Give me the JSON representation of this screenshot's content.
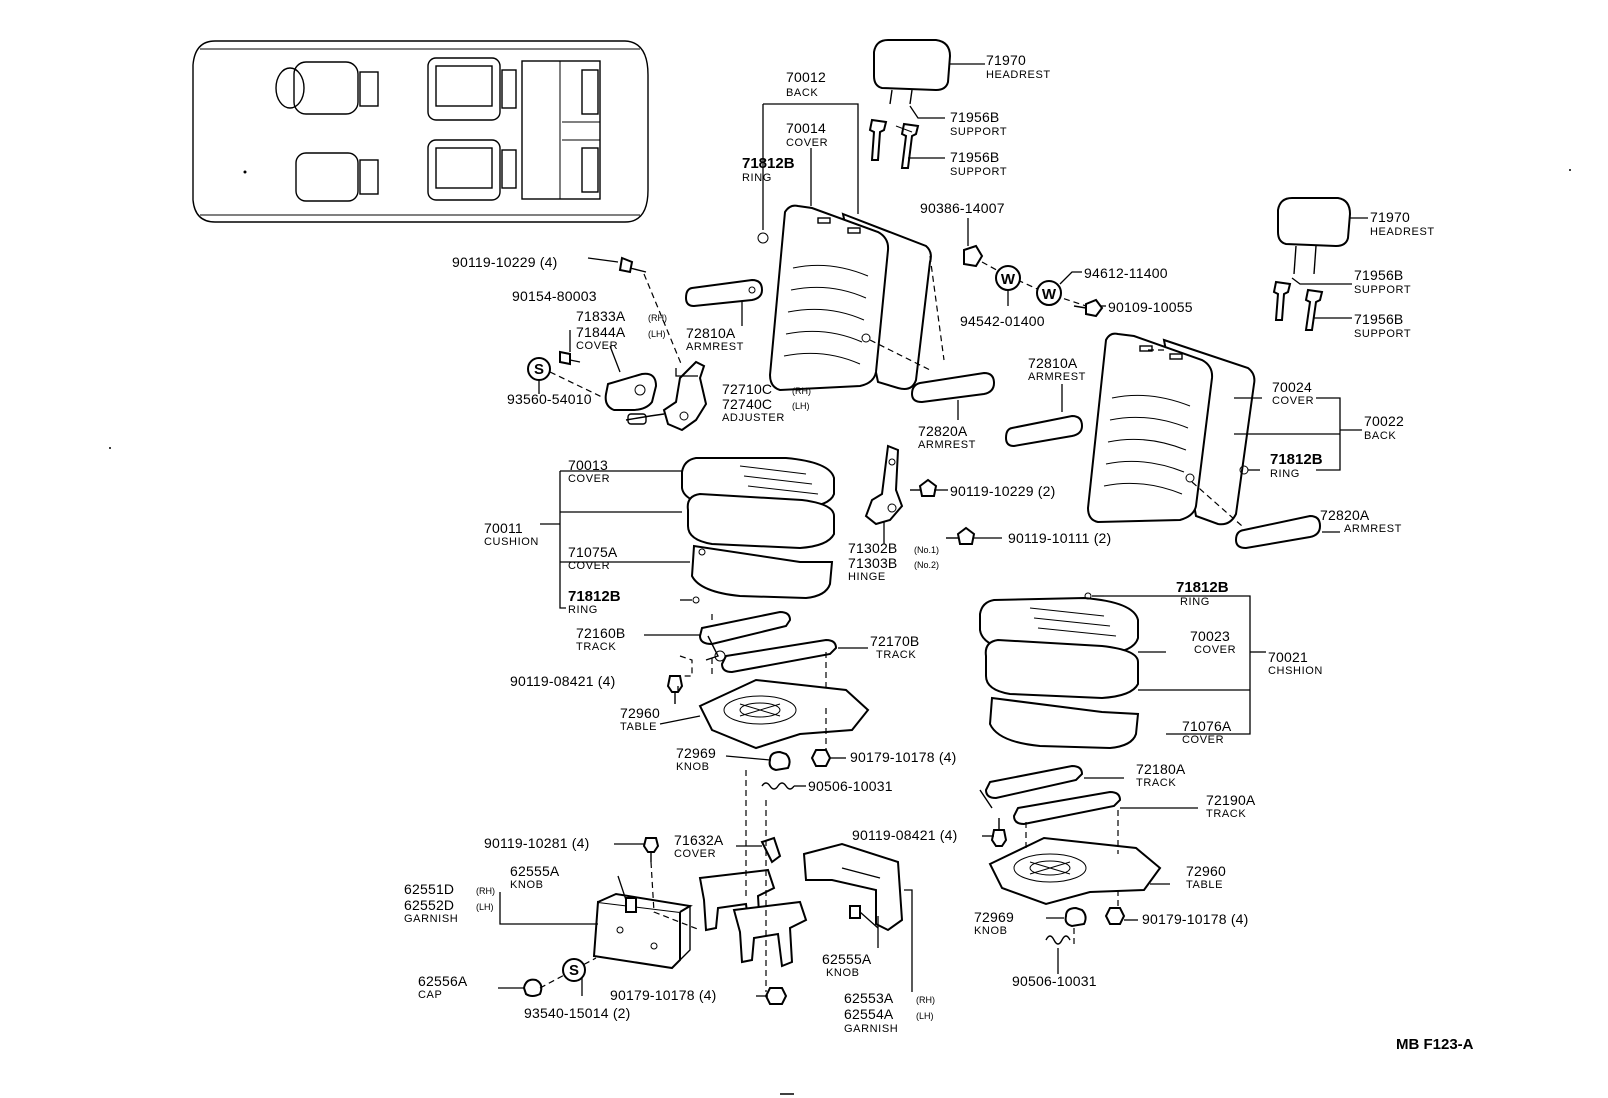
{
  "diagram_code": "MB F123-A",
  "callouts": {
    "back_left": {
      "number": "70012",
      "name": "BACK"
    },
    "cover_back_left": {
      "number": "70014",
      "name": "COVER"
    },
    "ring_left_top": {
      "number": "71812B",
      "name": "RING"
    },
    "headrest_left": {
      "number": "71970",
      "name": "HEADREST"
    },
    "support_left_1": {
      "number": "71956B",
      "name": "SUPPORT"
    },
    "support_left_2": {
      "number": "71956B",
      "name": "SUPPORT"
    },
    "bolt_90386": {
      "number": "90386-14007"
    },
    "washer_94612": {
      "number": "94612-11400"
    },
    "washer_94542": {
      "number": "94542-01400"
    },
    "bolt_90109": {
      "number": "90109-10055"
    },
    "headrest_right": {
      "number": "71970",
      "name": "HEADREST"
    },
    "support_right_1": {
      "number": "71956B",
      "name": "SUPPORT"
    },
    "support_right_2": {
      "number": "71956B",
      "name": "SUPPORT"
    },
    "bolt_90119_10229_4": {
      "number": "90119-10229 (4)"
    },
    "screw_90154": {
      "number": "90154-80003"
    },
    "cover_71833": {
      "number": "71833A",
      "suffix": "(RH)"
    },
    "cover_71844": {
      "number": "71844A",
      "suffix": "(LH)",
      "name": "COVER"
    },
    "armrest_72810_left": {
      "number": "72810A",
      "name": "ARMREST"
    },
    "armrest_72810_right": {
      "number": "72810A",
      "name": "ARMREST"
    },
    "adjuster_72710": {
      "number": "72710C",
      "suffix": "(RH)"
    },
    "adjuster_72740": {
      "number": "72740C",
      "suffix": "(LH)",
      "name": "ADJUSTER"
    },
    "screw_93560": {
      "number": "93560-54010"
    },
    "armrest_72820_left": {
      "number": "72820A",
      "name": "ARMREST"
    },
    "cover_70024": {
      "number": "70024",
      "name": "COVER"
    },
    "back_70022": {
      "number": "70022",
      "name": "BACK"
    },
    "ring_right_back": {
      "number": "71812B",
      "name": "RING"
    },
    "cover_70013": {
      "number": "70013",
      "name": "COVER"
    },
    "cushion_70011": {
      "number": "70011",
      "name": "CUSHION"
    },
    "cover_71075": {
      "number": "71075A",
      "name": "COVER"
    },
    "ring_left_cushion": {
      "number": "71812B",
      "name": "RING"
    },
    "bolt_90119_10229_2": {
      "number": "90119-10229 (2)"
    },
    "bolt_90119_10111_2": {
      "number": "90119-10111 (2)"
    },
    "hinge_71302": {
      "number": "71302B",
      "suffix": "(No.1)"
    },
    "hinge_71303": {
      "number": "71303B",
      "suffix": "(No.2)",
      "name": "HINGE"
    },
    "armrest_72820_right": {
      "number": "72820A",
      "name": "ARMREST"
    },
    "track_72160": {
      "number": "72160B",
      "name": "TRACK"
    },
    "track_72170": {
      "number": "72170B",
      "name": "TRACK"
    },
    "bolt_90119_08421_left": {
      "number": "90119-08421 (4)"
    },
    "table_72960_left": {
      "number": "72960",
      "name": "TABLE"
    },
    "knob_72969_left": {
      "number": "72969",
      "name": "KNOB"
    },
    "nut_90179_left_top": {
      "number": "90179-10178 (4)"
    },
    "spring_90506_left": {
      "number": "90506-10031"
    },
    "ring_right_cushion": {
      "number": "71812B",
      "name": "RING"
    },
    "cover_70023": {
      "number": "70023",
      "name": "COVER"
    },
    "cushion_70021": {
      "number": "70021",
      "name": "CHSHION"
    },
    "cover_71076": {
      "number": "71076A",
      "name": "COVER"
    },
    "track_72180": {
      "number": "72180A",
      "name": "TRACK"
    },
    "track_72190": {
      "number": "72190A",
      "name": "TRACK"
    },
    "bolt_90119_08421_right": {
      "number": "90119-08421 (4)"
    },
    "table_72960_right": {
      "number": "72960",
      "name": "TABLE"
    },
    "knob_72969_right": {
      "number": "72969",
      "name": "KNOB"
    },
    "nut_90179_right": {
      "number": "90179-10178 (4)"
    },
    "spring_90506_right": {
      "number": "90506-10031"
    },
    "bolt_90119_10281": {
      "number": "90119-10281 (4)"
    },
    "cover_71632": {
      "number": "71632A",
      "name": "COVER"
    },
    "knob_62555_left": {
      "number": "62555A",
      "name": "KNOB"
    },
    "garnish_62551": {
      "number": "62551D",
      "suffix": "(RH)"
    },
    "garnish_62552": {
      "number": "62552D",
      "suffix": "(LH)",
      "name": "GARNISH"
    },
    "cap_62556": {
      "number": "62556A",
      "name": "CAP"
    },
    "screw_93540": {
      "number": "93540-15014 (2)"
    },
    "nut_90179_bottom": {
      "number": "90179-10178 (4)"
    },
    "knob_62555_right": {
      "number": "62555A",
      "name": "KNOB"
    },
    "garnish_62553": {
      "number": "62553A",
      "suffix": "(RH)"
    },
    "garnish_62554": {
      "number": "62554A",
      "suffix": "(LH)",
      "name": "GARNISH"
    }
  },
  "symbols": {
    "s_left": "S",
    "s_bottom": "S",
    "w_left": "W",
    "w_right": "W"
  }
}
